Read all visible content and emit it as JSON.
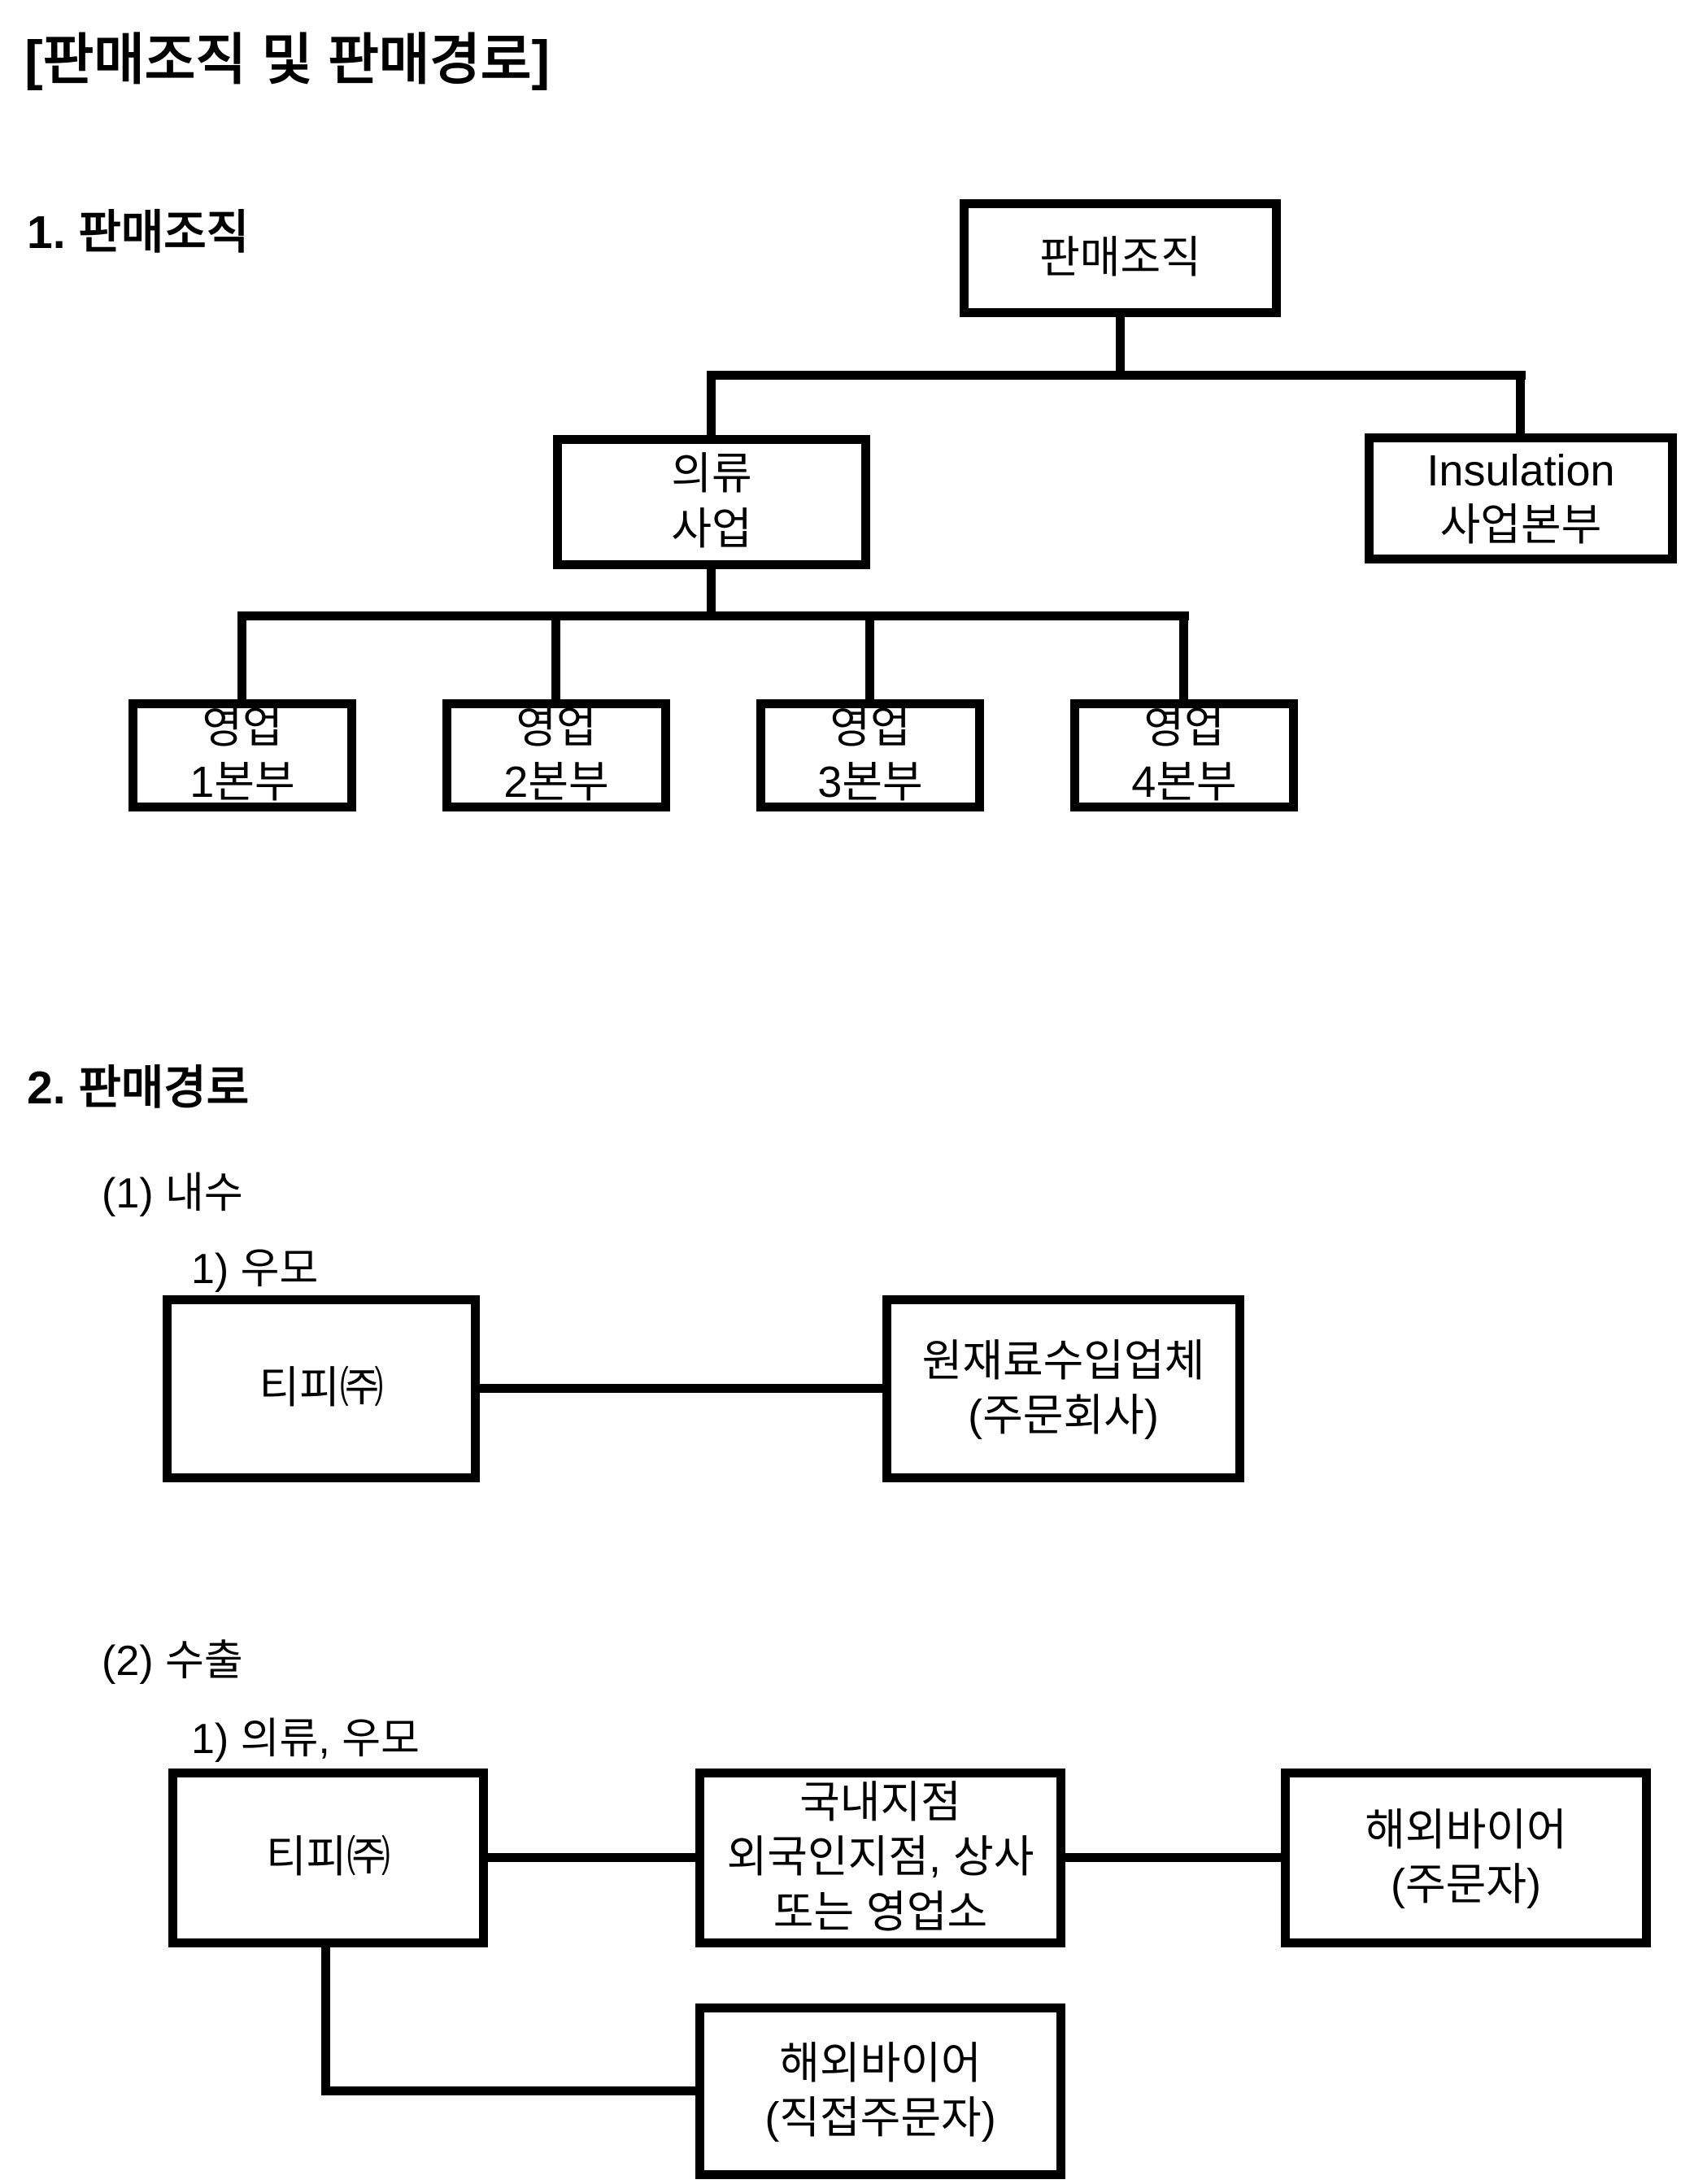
{
  "title": "[판매조직 및 판매경로]",
  "section1": {
    "heading": "1. 판매조직",
    "boxes": {
      "root": "판매조직",
      "apparel": "의류\n사업",
      "insulation": "Insulation\n사업본부",
      "sales1": "영업\n1본부",
      "sales2": "영업\n2본부",
      "sales3": "영업\n3본부",
      "sales4": "영업\n4본부"
    }
  },
  "section2": {
    "heading": "2. 판매경로",
    "domestic": {
      "label": "(1) 내수",
      "sublabel": "1) 우모",
      "boxes": {
        "company": "티피㈜",
        "importer": "원재료수입업체\n(주문회사)"
      }
    },
    "export": {
      "label": "(2) 수출",
      "sublabel": "1) 의류, 우모",
      "boxes": {
        "company": "티피㈜",
        "branch": "국내지점\n외국인지점, 상사\n또는 영업소",
        "overseas_buyer": "해외바이어\n(주문자)",
        "direct_buyer": "해외바이어\n(직접주문자)"
      }
    }
  },
  "colors": {
    "ink": "#000000",
    "paper": "#ffffff"
  }
}
